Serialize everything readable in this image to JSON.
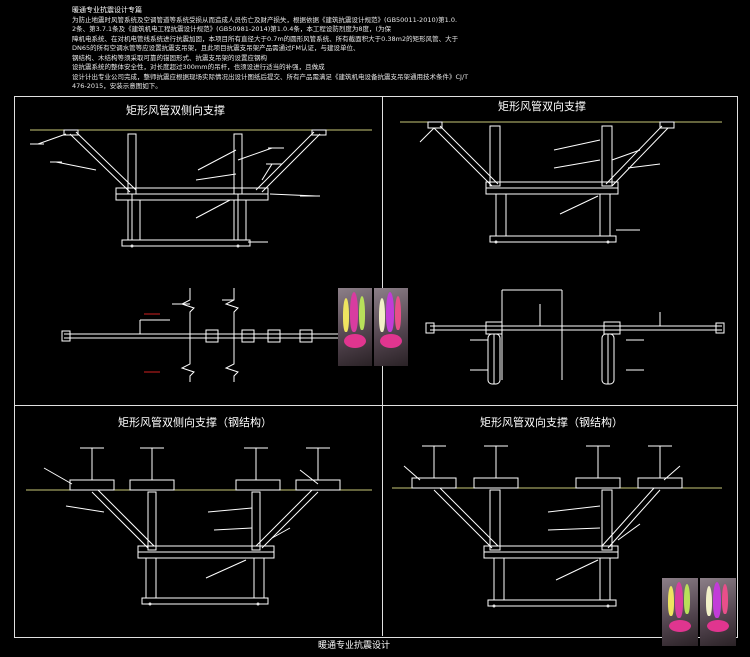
{
  "header": {
    "title": "暖通专业抗震设计专篇",
    "lines": [
      "为防止地震时风管系统及空调管道等系统受损从而造成人员伤亡及财产损失，根据依据《建筑抗震设计规范》(GB50011-2010)第1.0.",
      "2条、第3.7.1条及《建筑机电工程抗震设计规范》(GB50981-2014)第1.0.4条，本工程设防烈度为8度，(为保",
      "障机电系统、在对机电管线系统进行抗震加固，本项目所有直径大于0.7m的圆形风管系统、所有截面积大于0.38m2的矩形风管、大于",
      "DN65的所有空调水管等应设置抗震支吊架，且此项目抗震支吊架产品需通过FM认证，与建设单位、",
      "钢结构、木结构等须采取可靠的锚固形式、抗震支吊架的设置应钢构",
      "设抗震系统的整体安全性，对长度超过300mm的吊杆，也须设进行适当的补强，且做成",
      "设计计出专业公司完成，整师抗震应根据现场实际情况出设计图纸后提交、所有产品需满足《建筑机电设备抗震支吊架通用技术条件》CJ/T",
      "476-2015，安装示意图如下。"
    ]
  },
  "panels": {
    "top_left_title": "矩形风管双侧向支撑",
    "top_right_title": "矩形风管双向支撑",
    "bottom_left_title": "矩形风管双侧向支撑（钢结构）",
    "bottom_right_title": "矩形风管双向支撑（钢结构）"
  },
  "footer": "暖通专业抗震设计",
  "colors": {
    "line": "#ffffff",
    "ceiling": "#c8c878",
    "accent_red": "#d02020",
    "annotation": "#e6e6e6"
  }
}
